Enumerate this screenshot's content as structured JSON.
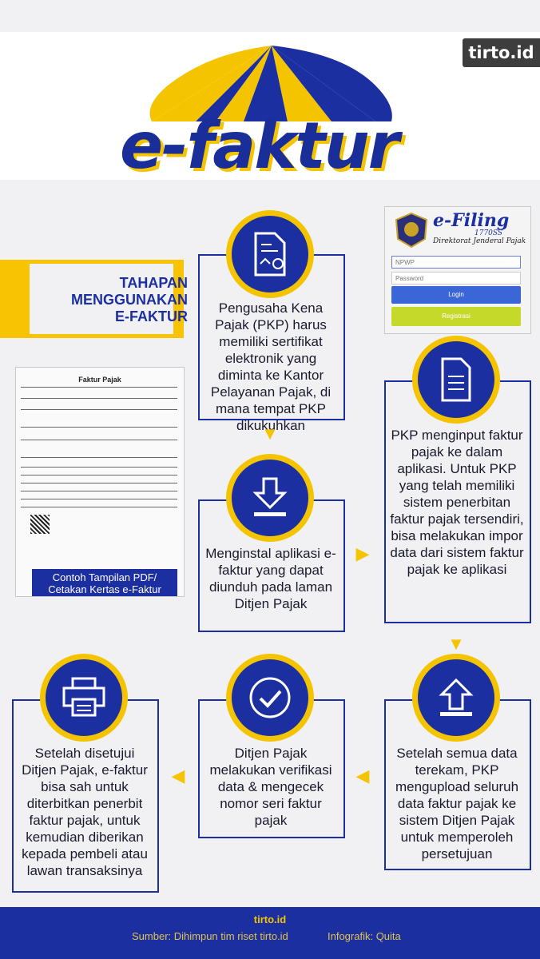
{
  "brand": {
    "badge": "tirto.id",
    "logo": "e-faktur"
  },
  "section_title": {
    "line1": "TAHAPAN",
    "line2": "MENGGUNAKAN",
    "line3": "E-FAKTUR"
  },
  "colors": {
    "primary": "#1c2fa0",
    "accent": "#f5c400",
    "background": "#f1f1f3"
  },
  "efiling": {
    "logo_text": "e-Filing",
    "logo_number": "1770SS",
    "subtitle": "Direktorat Jenderal Pajak",
    "npwp_placeholder": "NPWP",
    "password_placeholder": "Password",
    "login_label": "Login",
    "register_label": "Registrasi"
  },
  "invoice": {
    "title": "Faktur Pajak",
    "caption_line1": "Contoh Tampilan PDF/",
    "caption_line2": "Cetakan Kertas e-Faktur"
  },
  "steps": [
    {
      "icon": "certificate-icon",
      "text": "Pengusaha Kena Pajak (PKP) harus memiliki sertifikat elektronik yang diminta ke Kantor Pelayanan Pajak, di mana tempat PKP dikukuhkan"
    },
    {
      "icon": "download-icon",
      "text": "Menginstal aplikasi e-faktur yang dapat diunduh pada laman Ditjen Pajak"
    },
    {
      "icon": "document-icon",
      "text": "PKP menginput faktur pajak ke dalam aplikasi. Untuk PKP yang telah memiliki sistem penerbitan faktur pajak tersendiri, bisa melakukan impor data dari sistem faktur pajak ke aplikasi"
    },
    {
      "icon": "upload-icon",
      "text": "Setelah semua data terekam, PKP mengupload seluruh data faktur pajak ke sistem Ditjen Pajak untuk memperoleh persetujuan"
    },
    {
      "icon": "check-icon",
      "text": "Ditjen Pajak melakukan verifikasi data & mengecek nomor seri faktur pajak"
    },
    {
      "icon": "printer-icon",
      "text": "Setelah disetujui Ditjen Pajak, e-faktur bisa sah untuk diterbitkan penerbit faktur pajak, untuk kemudian diberikan kepada pembeli atau lawan transaksinya"
    }
  ],
  "footer": {
    "brand": "tirto.id",
    "source": "Sumber: Dihimpun tim riset tirto.id",
    "credit": "Infografik: Quita"
  }
}
